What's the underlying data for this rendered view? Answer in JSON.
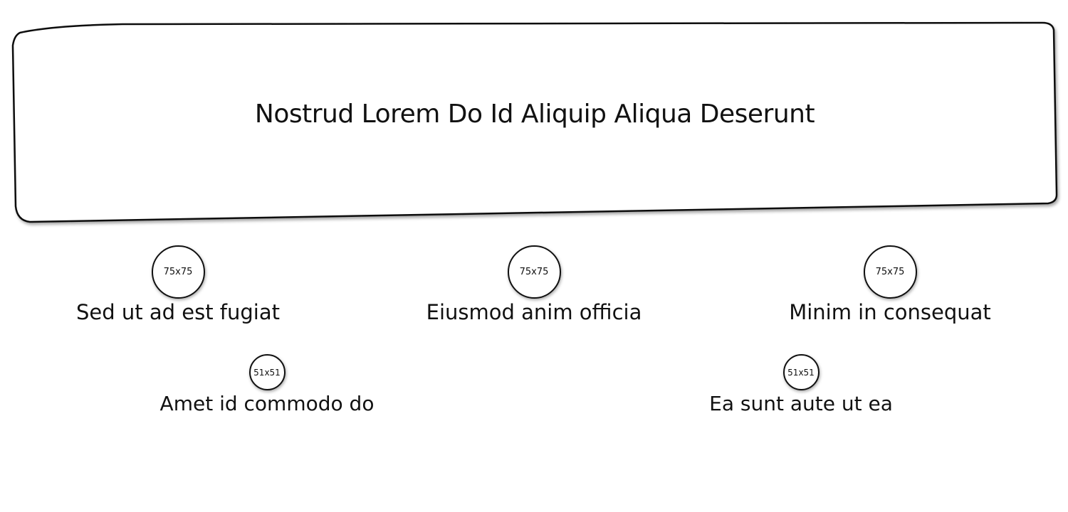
{
  "banner": {
    "title": "Nostrud Lorem Do Id Aliquip Aliqua Deserunt"
  },
  "features_primary": [
    {
      "image_label": "75x75",
      "label": "Sed ut ad est fugiat"
    },
    {
      "image_label": "75x75",
      "label": "Eiusmod anim officia"
    },
    {
      "image_label": "75x75",
      "label": "Minim in consequat"
    }
  ],
  "features_secondary": [
    {
      "image_label": "51x51",
      "label": "Amet id commodo do"
    },
    {
      "image_label": "51x51",
      "label": "Ea sunt aute ut ea"
    }
  ]
}
